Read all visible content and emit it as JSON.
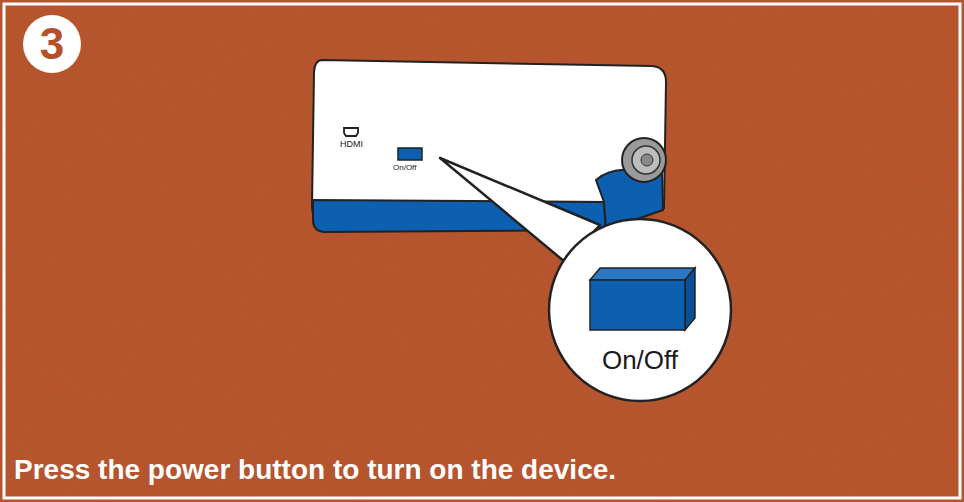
{
  "diagram": {
    "caption": "Press the power button to turn on the device.",
    "nodes": [
      {
        "text": [
          "3"
        ]
      },
      {
        "text": [
          "On/Off"
        ]
      }
    ],
    "labels": [
      "HDMI",
      "On/Off"
    ]
  }
}
